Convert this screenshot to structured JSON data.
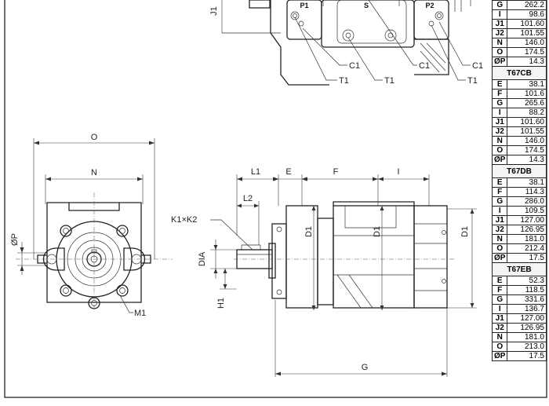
{
  "labels": {
    "O": "O",
    "N": "N",
    "dP": "ØP",
    "M1": "M1",
    "K1K2": "K1×K2",
    "L1": "L1",
    "L2": "L2",
    "E": "E",
    "F": "F",
    "I": "I",
    "D1": "D1",
    "DIA": "DIA",
    "H1": "H1",
    "G": "G",
    "J1": "J1",
    "S": "S",
    "P1": "P1",
    "P2": "P2",
    "C1": "C1",
    "T1": "T1"
  },
  "table": {
    "rows": [
      {
        "key": "G",
        "value": "262.2"
      },
      {
        "key": "I",
        "value": "98.6"
      },
      {
        "key": "J1",
        "value": "101.60"
      },
      {
        "key": "J2",
        "value": "101.55"
      },
      {
        "key": "N",
        "value": "146.0"
      },
      {
        "key": "O",
        "value": "174.5"
      },
      {
        "key": "ØP",
        "value": "14.3"
      },
      {
        "header": "T67CB"
      },
      {
        "key": "E",
        "value": "38.1"
      },
      {
        "key": "F",
        "value": "101.6"
      },
      {
        "key": "G",
        "value": "265.6"
      },
      {
        "key": "I",
        "value": "88.2"
      },
      {
        "key": "J1",
        "value": "101.60"
      },
      {
        "key": "J2",
        "value": "101.55"
      },
      {
        "key": "N",
        "value": "146.0"
      },
      {
        "key": "O",
        "value": "174.5"
      },
      {
        "key": "ØP",
        "value": "14.3"
      },
      {
        "header": "T67DB"
      },
      {
        "key": "E",
        "value": "38.1"
      },
      {
        "key": "F",
        "value": "114.3"
      },
      {
        "key": "G",
        "value": "286.0"
      },
      {
        "key": "I",
        "value": "109.5"
      },
      {
        "key": "J1",
        "value": "127.00"
      },
      {
        "key": "J2",
        "value": "126.95"
      },
      {
        "key": "N",
        "value": "181.0"
      },
      {
        "key": "O",
        "value": "212.4"
      },
      {
        "key": "ØP",
        "value": "17.5"
      },
      {
        "header": "T67EB"
      },
      {
        "key": "E",
        "value": "52.3"
      },
      {
        "key": "F",
        "value": "118.5"
      },
      {
        "key": "G",
        "value": "331.6"
      },
      {
        "key": "I",
        "value": "136.7"
      },
      {
        "key": "J1",
        "value": "127.00"
      },
      {
        "key": "J2",
        "value": "126.95"
      },
      {
        "key": "N",
        "value": "181.0"
      },
      {
        "key": "O",
        "value": "213.0"
      },
      {
        "key": "ØP",
        "value": "17.5"
      }
    ]
  }
}
